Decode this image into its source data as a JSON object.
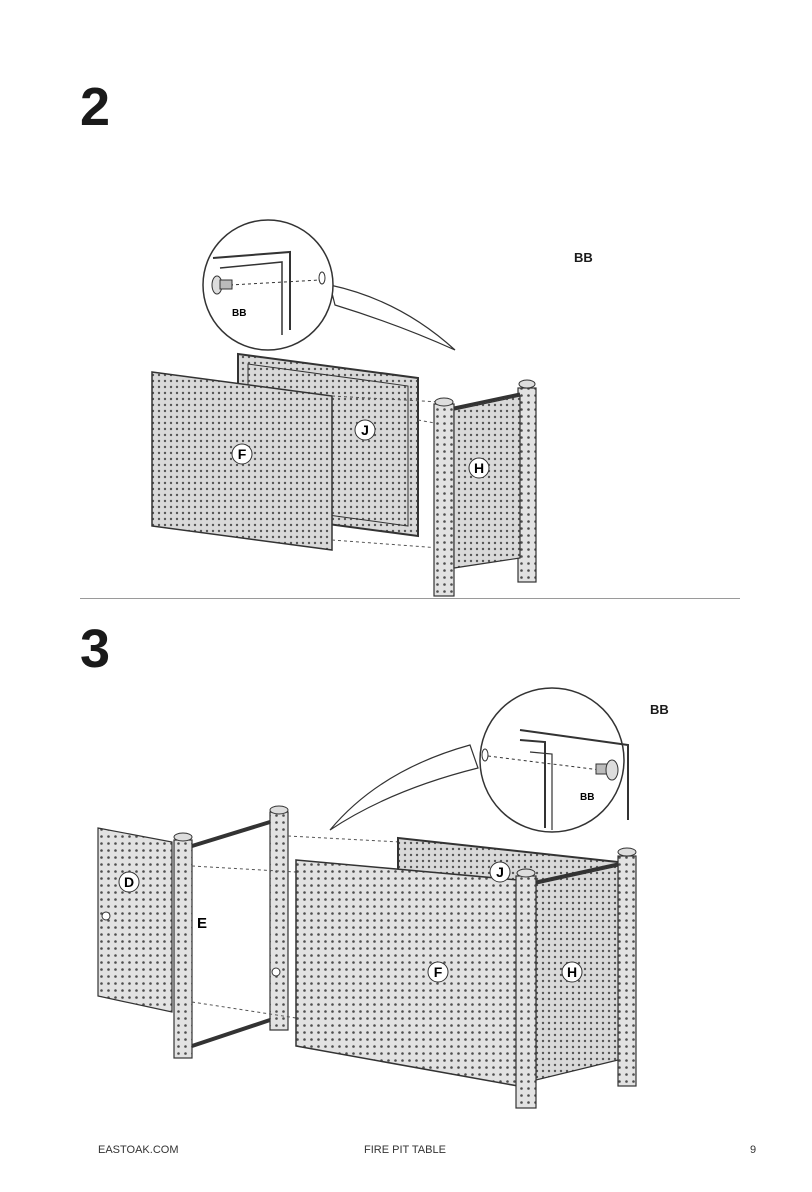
{
  "steps": [
    {
      "number": "2",
      "hardware_label": "BB",
      "detail_label": "BB",
      "parts": [
        "F",
        "J",
        "H"
      ]
    },
    {
      "number": "3",
      "hardware_label": "BB",
      "detail_label": "BB",
      "parts": [
        "D",
        "E",
        "J",
        "F",
        "H"
      ]
    }
  ],
  "footer": {
    "left": "EASTOAK.COM",
    "center": "FIRE PIT TABLE",
    "right": "9"
  }
}
